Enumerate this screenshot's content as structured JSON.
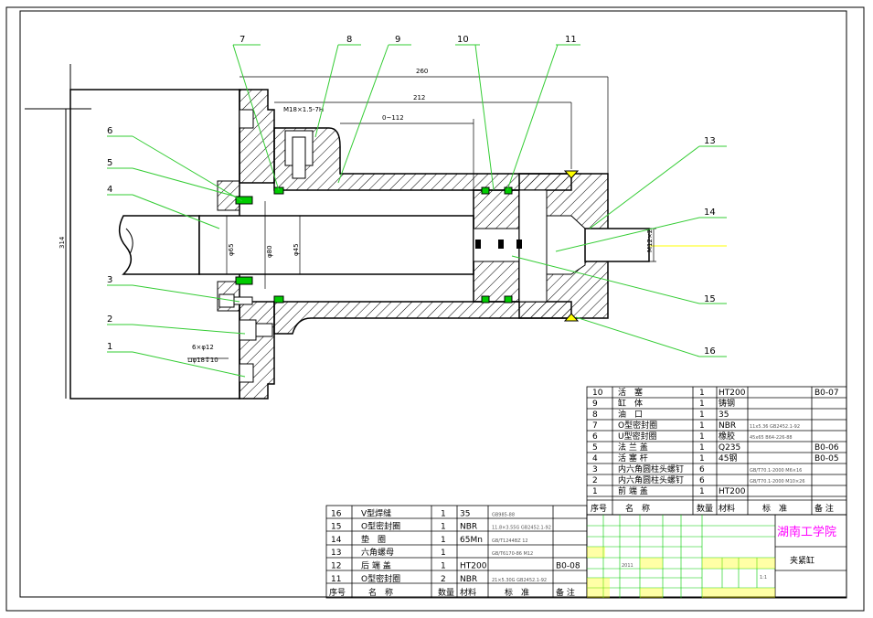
{
  "balloons": [
    {
      "no": "7"
    },
    {
      "no": "8"
    },
    {
      "no": "9"
    },
    {
      "no": "10"
    },
    {
      "no": "11"
    },
    {
      "no": "6"
    },
    {
      "no": "5"
    },
    {
      "no": "4"
    },
    {
      "no": "3"
    },
    {
      "no": "2"
    },
    {
      "no": "1"
    },
    {
      "no": "13"
    },
    {
      "no": "14"
    },
    {
      "no": "15"
    },
    {
      "no": "16"
    }
  ],
  "dimensions": {
    "total_length": "260",
    "rod_length": "212",
    "stroke": "0~112",
    "thread": "M18×1.5-7H",
    "d_flange": "314",
    "d1": "φ65",
    "d2": "φ80",
    "d3": "φ45",
    "d_rod_end": "M12×2",
    "holes_line1": "6×φ12",
    "holes_line2": "⊔φ18↧10"
  },
  "bom_right": {
    "header": {
      "no": "序号",
      "name": "名　称",
      "qty": "数量",
      "mat": "材料",
      "std": "标　准",
      "note": "备 注"
    },
    "rows": [
      {
        "no": "10",
        "name": "活　塞",
        "qty": "1",
        "mat": "HT200",
        "std": "",
        "note": "B0-07"
      },
      {
        "no": "9",
        "name": "缸　体",
        "qty": "1",
        "mat": "铸钢",
        "std": "",
        "note": ""
      },
      {
        "no": "8",
        "name": "油　口",
        "qty": "1",
        "mat": "35",
        "std": "",
        "note": ""
      },
      {
        "no": "7",
        "name": "O型密封圈",
        "qty": "1",
        "mat": "NBR",
        "std": "11x5.36 GB2452.1-92",
        "note": ""
      },
      {
        "no": "6",
        "name": "U型密封圈",
        "qty": "1",
        "mat": "橡胶",
        "std": "45x65 B64-226-88",
        "note": ""
      },
      {
        "no": "5",
        "name": "法 兰 盖",
        "qty": "1",
        "mat": "Q235",
        "std": "",
        "note": "B0-06"
      },
      {
        "no": "4",
        "name": "活 塞 杆",
        "qty": "1",
        "mat": "45钢",
        "std": "",
        "note": "B0-05"
      },
      {
        "no": "3",
        "name": "内六角圆柱头螺钉",
        "qty": "6",
        "mat": "",
        "std": "GB/T70.1-2000 M6×16",
        "note": ""
      },
      {
        "no": "2",
        "name": "内六角圆柱头螺钉",
        "qty": "6",
        "mat": "",
        "std": "GB/T70.1-2000 M10×26",
        "note": ""
      },
      {
        "no": "1",
        "name": "前 端 盖",
        "qty": "1",
        "mat": "HT200",
        "std": "",
        "note": ""
      }
    ]
  },
  "bom_left": {
    "header": {
      "no": "序号",
      "name": "名　称",
      "qty": "数量",
      "mat": "材料",
      "std": "标　准",
      "note": "备 注"
    },
    "rows": [
      {
        "no": "16",
        "name": "V型焊缝",
        "qty": "1",
        "mat": "35",
        "std": "GB985-88",
        "note": ""
      },
      {
        "no": "15",
        "name": "O型密封圈",
        "qty": "1",
        "mat": "NBR",
        "std": "11.8×3.55G GB2452.1-92",
        "note": ""
      },
      {
        "no": "14",
        "name": "垫　圈",
        "qty": "1",
        "mat": "65Mn",
        "std": "GB/T1244BZ 12",
        "note": ""
      },
      {
        "no": "13",
        "name": "六角螺母",
        "qty": "1",
        "mat": "",
        "std": "GB/T6170-86 M12",
        "note": ""
      },
      {
        "no": "12",
        "name": "后 端 盖",
        "qty": "1",
        "mat": "HT200",
        "std": "",
        "note": "B0-08"
      },
      {
        "no": "11",
        "name": "O型密封圈",
        "qty": "2",
        "mat": "NBR",
        "std": "21×5.30G GB2452.1-92",
        "note": ""
      }
    ]
  },
  "title_block": {
    "school": "湖南工学院",
    "drawing_name": "夹紧缸",
    "year": "2011",
    "scale_cell": "1:1"
  },
  "colors": {
    "green": "#00cc00",
    "yellow": "#ffff00",
    "magenta": "#ff00ff",
    "greenline": "#33cc33"
  }
}
